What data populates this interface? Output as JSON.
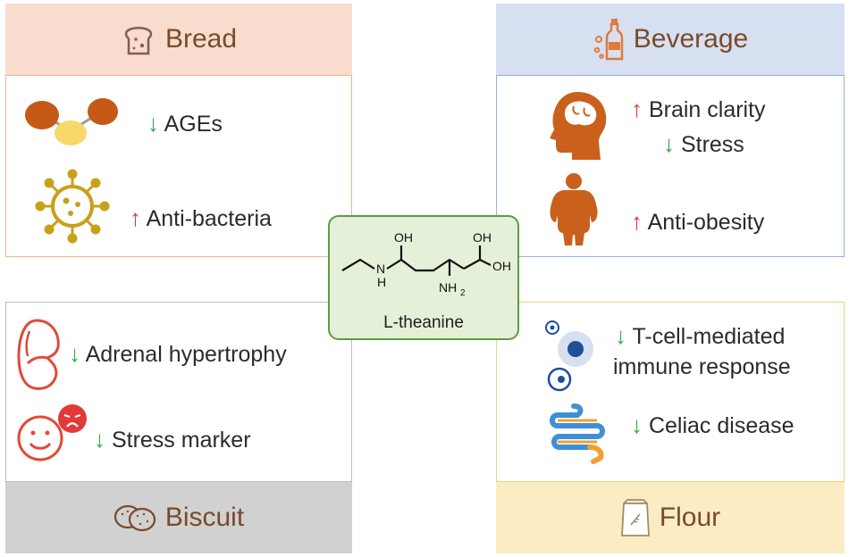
{
  "center": {
    "label": "L-theanine",
    "molecule_labels": [
      "OH",
      "N",
      "H",
      "OH",
      "OH",
      "NH",
      "2"
    ]
  },
  "panels": {
    "bread": {
      "title": "Bread",
      "items": [
        {
          "arrow": "↓",
          "text": "AGEs"
        },
        {
          "arrow": "↑",
          "text": "Anti-bacteria"
        }
      ]
    },
    "beverage": {
      "title": "Beverage",
      "items": [
        {
          "arrow": "↑",
          "text": "Brain clarity"
        },
        {
          "arrow": "↓",
          "text": "Stress"
        },
        {
          "arrow": "↑",
          "text": "Anti-obesity"
        }
      ]
    },
    "biscuit": {
      "title": "Biscuit",
      "items": [
        {
          "arrow": "↓",
          "text": "Adrenal hypertrophy"
        },
        {
          "arrow": "↓",
          "text": "Stress marker"
        }
      ]
    },
    "flour": {
      "title": "Flour",
      "items": [
        {
          "arrow": "↓",
          "text": "T-cell-mediated"
        },
        {
          "text": "immune response"
        },
        {
          "arrow": "↓",
          "text": "Celiac disease"
        }
      ]
    }
  },
  "colors": {
    "bread_header": "#f8dccd",
    "beverage_header": "#d6e0f1",
    "biscuit_header": "#d1d1d1",
    "flour_header": "#fbecc4",
    "up_arrow": "#e03a3a",
    "down_arrow": "#2eaa4e",
    "title_text": "#7a4a2a",
    "center_fill": "#e5f0d9",
    "center_border": "#5f9a43"
  },
  "icons": [
    "bread-icon",
    "molecule-icon",
    "virus-icon",
    "bottle-icon",
    "head-brain-icon",
    "obese-body-icon",
    "kidney-icon",
    "stressed-face-icon",
    "cell-icon",
    "intestine-icon",
    "biscuit-icon",
    "flour-bag-icon"
  ]
}
